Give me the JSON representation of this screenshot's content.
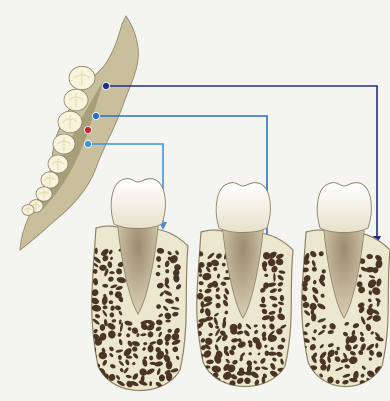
{
  "colors": {
    "background": "#f4f4f0",
    "jaw_bone": "#c9bf9c",
    "jaw_shadow": "#a99e7a",
    "tooth_enamel": "#f7f3dc",
    "tooth_cusp": "#e8dcae",
    "bone_section_fill": "#ece7cf",
    "bone_outline": "#8e8266",
    "bone_pore": "#4a3424",
    "tooth_crown": "#ffffff",
    "tooth_root": "#b7a688",
    "line_navy": "#1f2f86",
    "line_mid_blue": "#2a6fc9",
    "line_light_blue": "#3f93d9",
    "marker_red": "#c0262b"
  },
  "markers": [
    {
      "name": "marker-navy",
      "color_key": "line_navy"
    },
    {
      "name": "marker-mid-blue",
      "color_key": "line_mid_blue"
    },
    {
      "name": "marker-red",
      "color_key": "marker_red"
    },
    {
      "name": "marker-light-blue",
      "color_key": "line_light_blue"
    }
  ],
  "sections": [
    {
      "name": "cross-section-left",
      "connector_color_key": "line_light_blue"
    },
    {
      "name": "cross-section-middle",
      "connector_color_key": "line_mid_blue"
    },
    {
      "name": "cross-section-right",
      "connector_color_key": "line_navy"
    }
  ]
}
